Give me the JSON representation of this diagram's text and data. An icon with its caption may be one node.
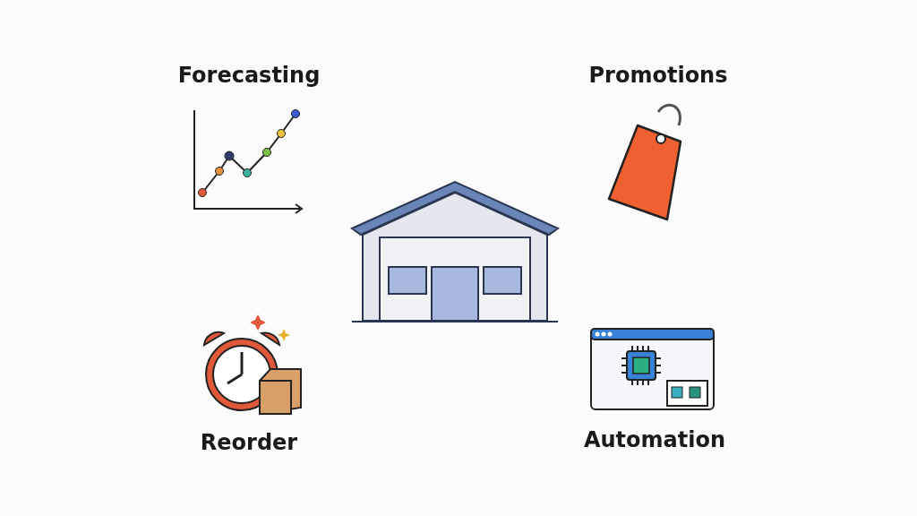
{
  "diagram": {
    "labels": [
      "Forecasting",
      "Promotions",
      "Reorder",
      "Automation"
    ]
  }
}
